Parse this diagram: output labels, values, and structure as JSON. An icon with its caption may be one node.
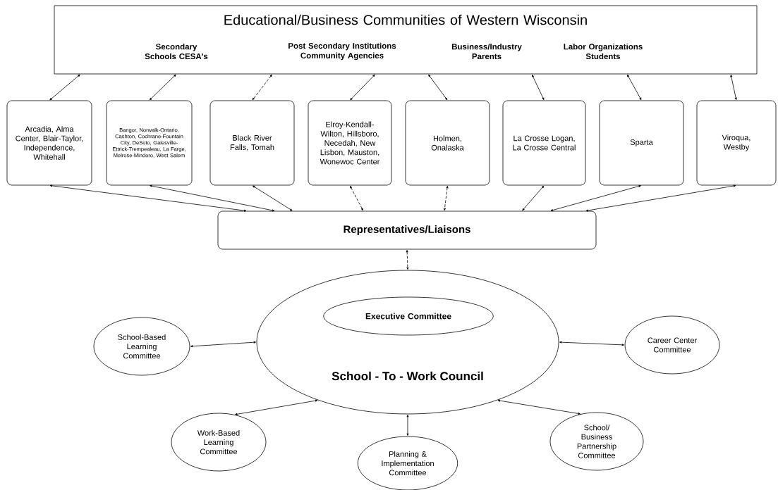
{
  "diagram": {
    "nodes": [
      {
        "text": [
          "Educational/Business Communities of Western Wisconsin",
          "Secondary Schools CESA's",
          "Post Secondary Institutions Community Agencies",
          "Business/Industry Parents",
          "Labor Organizations Students"
        ]
      },
      {
        "text": [
          "Arcadia, Alma Center, Blair-Taylor, Independence, Whitehall"
        ]
      },
      {
        "text": [
          "Bangor, Norwalk-Ontario, Cashton, Cochrane-Fountain City, DeSoto, Galesville-Ettrick-Trempealeau, La Farge, Melrose-Mindoro, West Salem"
        ]
      },
      {
        "text": [
          "Black River Falls, Tomah"
        ]
      },
      {
        "text": [
          "Elroy-Kendall-Wilton, Hillsboro, Necedah, New Lisbon, Mauston, Wonewoc Center"
        ]
      },
      {
        "text": [
          "Holmen, Onalaska"
        ]
      },
      {
        "text": [
          "La Crosse Logan, La Crosse Central"
        ]
      },
      {
        "text": [
          "Sparta"
        ]
      },
      {
        "text": [
          "Viroqua, Westby"
        ]
      },
      {
        "text": [
          "Representatives/Liaisons"
        ]
      },
      {
        "text": [
          "School - To - Work Council"
        ]
      },
      {
        "text": [
          "Executive Committee"
        ],
        "in": 10
      },
      {
        "text": [
          "School-Based Learning Committee"
        ]
      },
      {
        "text": [
          "Career Center Committee"
        ]
      },
      {
        "text": [
          "Work-Based Learning Committee"
        ]
      },
      {
        "text": [
          "Planning & Implementation Committee"
        ]
      },
      {
        "text": [
          "School/ Business Partnership Committee"
        ]
      }
    ],
    "edges": [
      {
        "from": 0,
        "to": 1,
        "arrow": "both"
      },
      {
        "from": 0,
        "to": 2,
        "arrow": "both"
      },
      {
        "from": 0,
        "to": 3,
        "arrow": "both",
        "style": "dashed"
      },
      {
        "from": 0,
        "to": 4,
        "arrow": "both"
      },
      {
        "from": 0,
        "to": 5,
        "arrow": "both"
      },
      {
        "from": 0,
        "to": 6,
        "arrow": "both"
      },
      {
        "from": 0,
        "to": 7,
        "arrow": "both"
      },
      {
        "from": 0,
        "to": 8,
        "arrow": "both"
      },
      {
        "from": 1,
        "to": 9,
        "arrow": "both"
      },
      {
        "from": 2,
        "to": 9,
        "arrow": "both"
      },
      {
        "from": 3,
        "to": 9,
        "arrow": "both"
      },
      {
        "from": 4,
        "to": 9,
        "arrow": "both",
        "style": "dashed"
      },
      {
        "from": 5,
        "to": 9,
        "arrow": "both",
        "style": "dashed"
      },
      {
        "from": 6,
        "to": 9,
        "arrow": "both"
      },
      {
        "from": 7,
        "to": 9,
        "arrow": "both"
      },
      {
        "from": 8,
        "to": 9,
        "arrow": "both"
      },
      {
        "from": 9,
        "to": 10,
        "arrow": "both",
        "style": "dashed"
      },
      {
        "from": 10,
        "to": 12,
        "arrow": "both"
      },
      {
        "from": 10,
        "to": 13,
        "arrow": "both"
      },
      {
        "from": 10,
        "to": 14,
        "arrow": "both"
      },
      {
        "from": 10,
        "to": 15,
        "arrow": "both"
      },
      {
        "from": 10,
        "to": 16,
        "arrow": "both"
      }
    ]
  }
}
